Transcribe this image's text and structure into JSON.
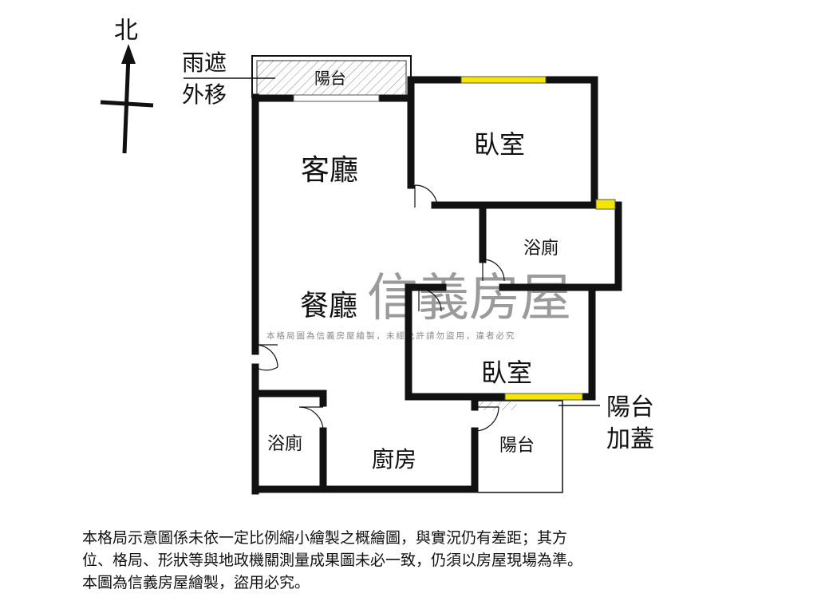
{
  "compass": {
    "north": "北"
  },
  "annotations": {
    "canopy_line1": "雨遮",
    "canopy_line2": "外移",
    "balcony_enclosed_line1": "陽台",
    "balcony_enclosed_line2": "加蓋"
  },
  "rooms": {
    "balcony_top": "陽台",
    "living": "客廳",
    "bedroom_1": "臥室",
    "bath_1": "浴廁",
    "dining": "餐廳",
    "bedroom_2": "臥室",
    "bath_2": "浴廁",
    "kitchen": "廚房",
    "balcony_bottom": "陽台"
  },
  "watermark": {
    "brand": "信義房屋",
    "notice": "本格局圖為信義房屋繪製，未經允許請勿盜用，違者必究"
  },
  "disclaimer": [
    "本格局示意圖係未依一定比例縮小繪製之概繪圖，與實況仍有差距；其方",
    "位、格局、形狀等與地政機關測量成果圖未必一致，仍須以房屋現場為準。",
    "本圖為信義房屋繪製，盜用必究。"
  ],
  "colors": {
    "wall": "#111111",
    "window": "#f5e600",
    "watermark": "#9a9a9a"
  }
}
